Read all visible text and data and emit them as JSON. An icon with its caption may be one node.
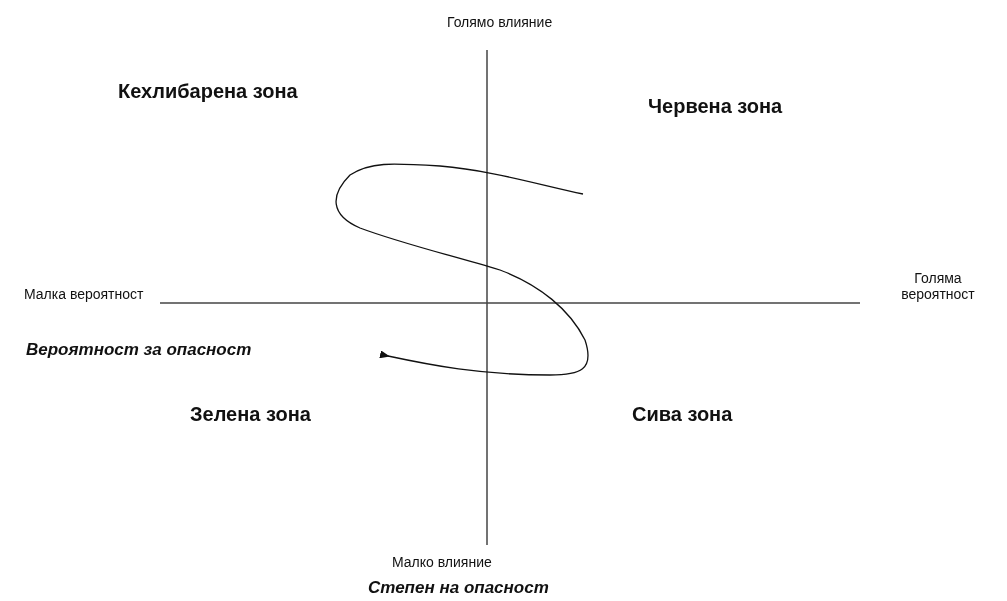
{
  "diagram": {
    "labels": [
      "Голямо влияние",
      "Кехлибарена зона",
      "Червена зона",
      "Малка вероятност",
      "Голяма вероятност",
      "Вероятност за опасност",
      "Зелена зона",
      "Сива зона",
      "Малко влияние",
      "Степен на опасност"
    ]
  }
}
